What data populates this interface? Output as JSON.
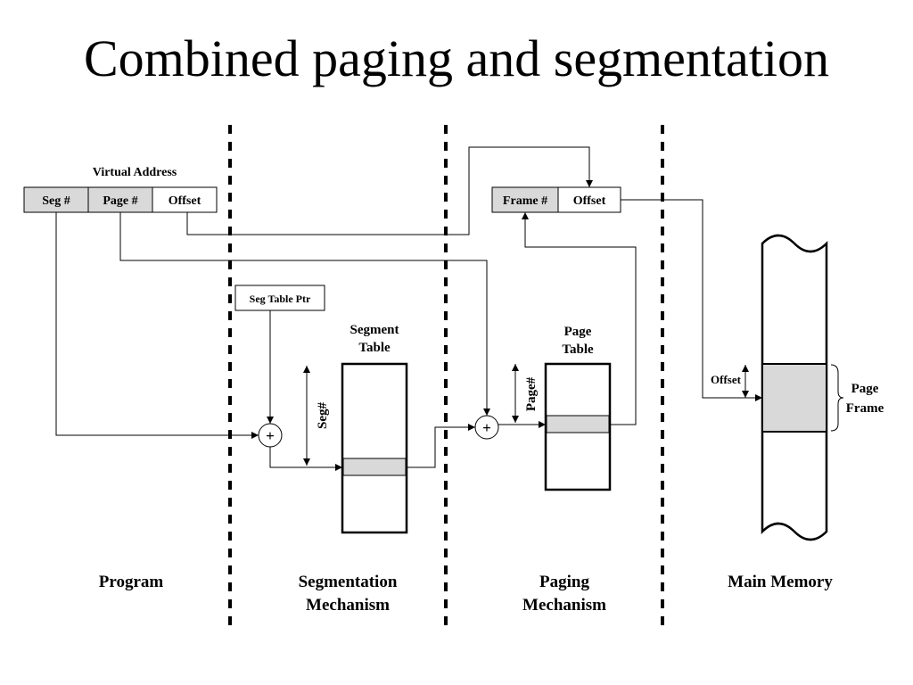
{
  "title": "Combined paging and segmentation",
  "virtual_address": {
    "caption": "Virtual Address",
    "fields": [
      "Seg #",
      "Page #",
      "Offset"
    ]
  },
  "physical_address": {
    "fields": [
      "Frame #",
      "Offset"
    ]
  },
  "seg_table_ptr": "Seg Table Ptr",
  "segment_table": {
    "line1": "Segment",
    "line2": "Table",
    "index_label": "Seg#"
  },
  "page_table": {
    "line1": "Page",
    "line2": "Table",
    "index_label": "Page#"
  },
  "main_memory": {
    "offset_label": "Offset",
    "frame_line1": "Page",
    "frame_line2": "Frame"
  },
  "adder_symbol": "+",
  "regions": {
    "program": "Program",
    "segmentation_line1": "Segmentation",
    "segmentation_line2": "Mechanism",
    "paging_line1": "Paging",
    "paging_line2": "Mechanism",
    "main_memory": "Main Memory"
  },
  "colors": {
    "shaded": "#d9d9d9",
    "line": "#000000",
    "background": "#ffffff"
  }
}
